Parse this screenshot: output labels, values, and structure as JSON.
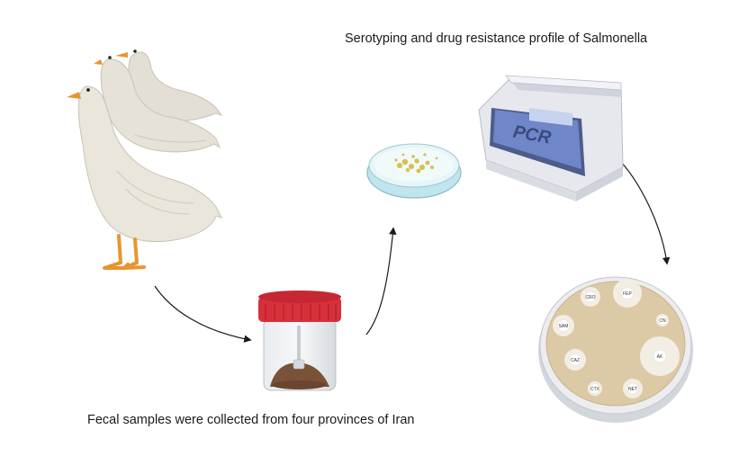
{
  "captions": {
    "top": "Serotyping and drug resistance profile of Salmonella",
    "bottom": "Fecal samples were collected from four provinces of Iran"
  },
  "pcr_machine": {
    "label": "PCR"
  },
  "antibiotic_plate": {
    "disks": [
      {
        "id": "CRO",
        "label": "CRO"
      },
      {
        "id": "FEP",
        "label": "FEP"
      },
      {
        "id": "CN",
        "label": "CN"
      },
      {
        "id": "SAM",
        "label": "SAM"
      },
      {
        "id": "AK",
        "label": "AK"
      },
      {
        "id": "CAZ",
        "label": "CAZ"
      },
      {
        "id": "CTX",
        "label": "CTX"
      },
      {
        "id": "NET",
        "label": "NET"
      }
    ]
  },
  "colors": {
    "goose_body": "#e4dfd4",
    "goose_beak": "#e8952f",
    "jar_cap": "#d8303a",
    "plate_agar": "#dcc9a6",
    "pcr_body": "#e6e8ee",
    "pcr_screen": "#6f86c9",
    "arrow": "#1a1a1a"
  }
}
